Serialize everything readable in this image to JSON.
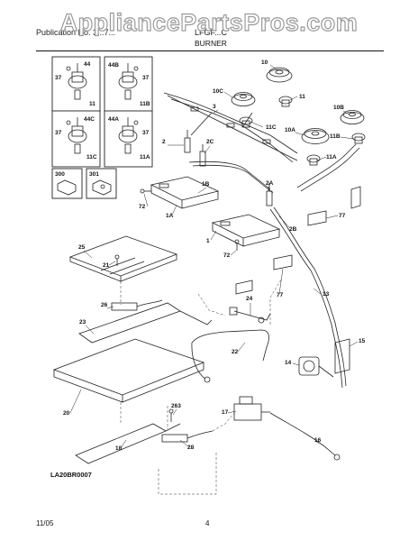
{
  "watermark": "AppliancePartsPros.com",
  "header": {
    "publication": "Publication No. 3...7...",
    "model": "LFGF...C",
    "section_title": "BURNER"
  },
  "drawing_code": "LA20BR0007",
  "footer": {
    "date": "11/05",
    "page": "4"
  },
  "insets": [
    {
      "labels": [
        "44",
        "37",
        "11"
      ]
    },
    {
      "labels": [
        "44B",
        "37",
        "11B"
      ]
    },
    {
      "labels": [
        "44C",
        "37",
        "11C"
      ]
    },
    {
      "labels": [
        "44A",
        "37",
        "11A"
      ]
    }
  ],
  "small_insets": [
    {
      "label": "300"
    },
    {
      "label": "301"
    }
  ],
  "part_labels": [
    "10",
    "10C",
    "11",
    "3",
    "10B",
    "11C",
    "10A",
    "2",
    "2C",
    "11B",
    "11A",
    "1B",
    "2A",
    "72",
    "1A",
    "2B",
    "77",
    "1",
    "72",
    "25",
    "21",
    "77",
    "13",
    "24",
    "26",
    "23",
    "15",
    "22",
    "14",
    "20",
    "263",
    "17",
    "16",
    "18",
    "28"
  ]
}
